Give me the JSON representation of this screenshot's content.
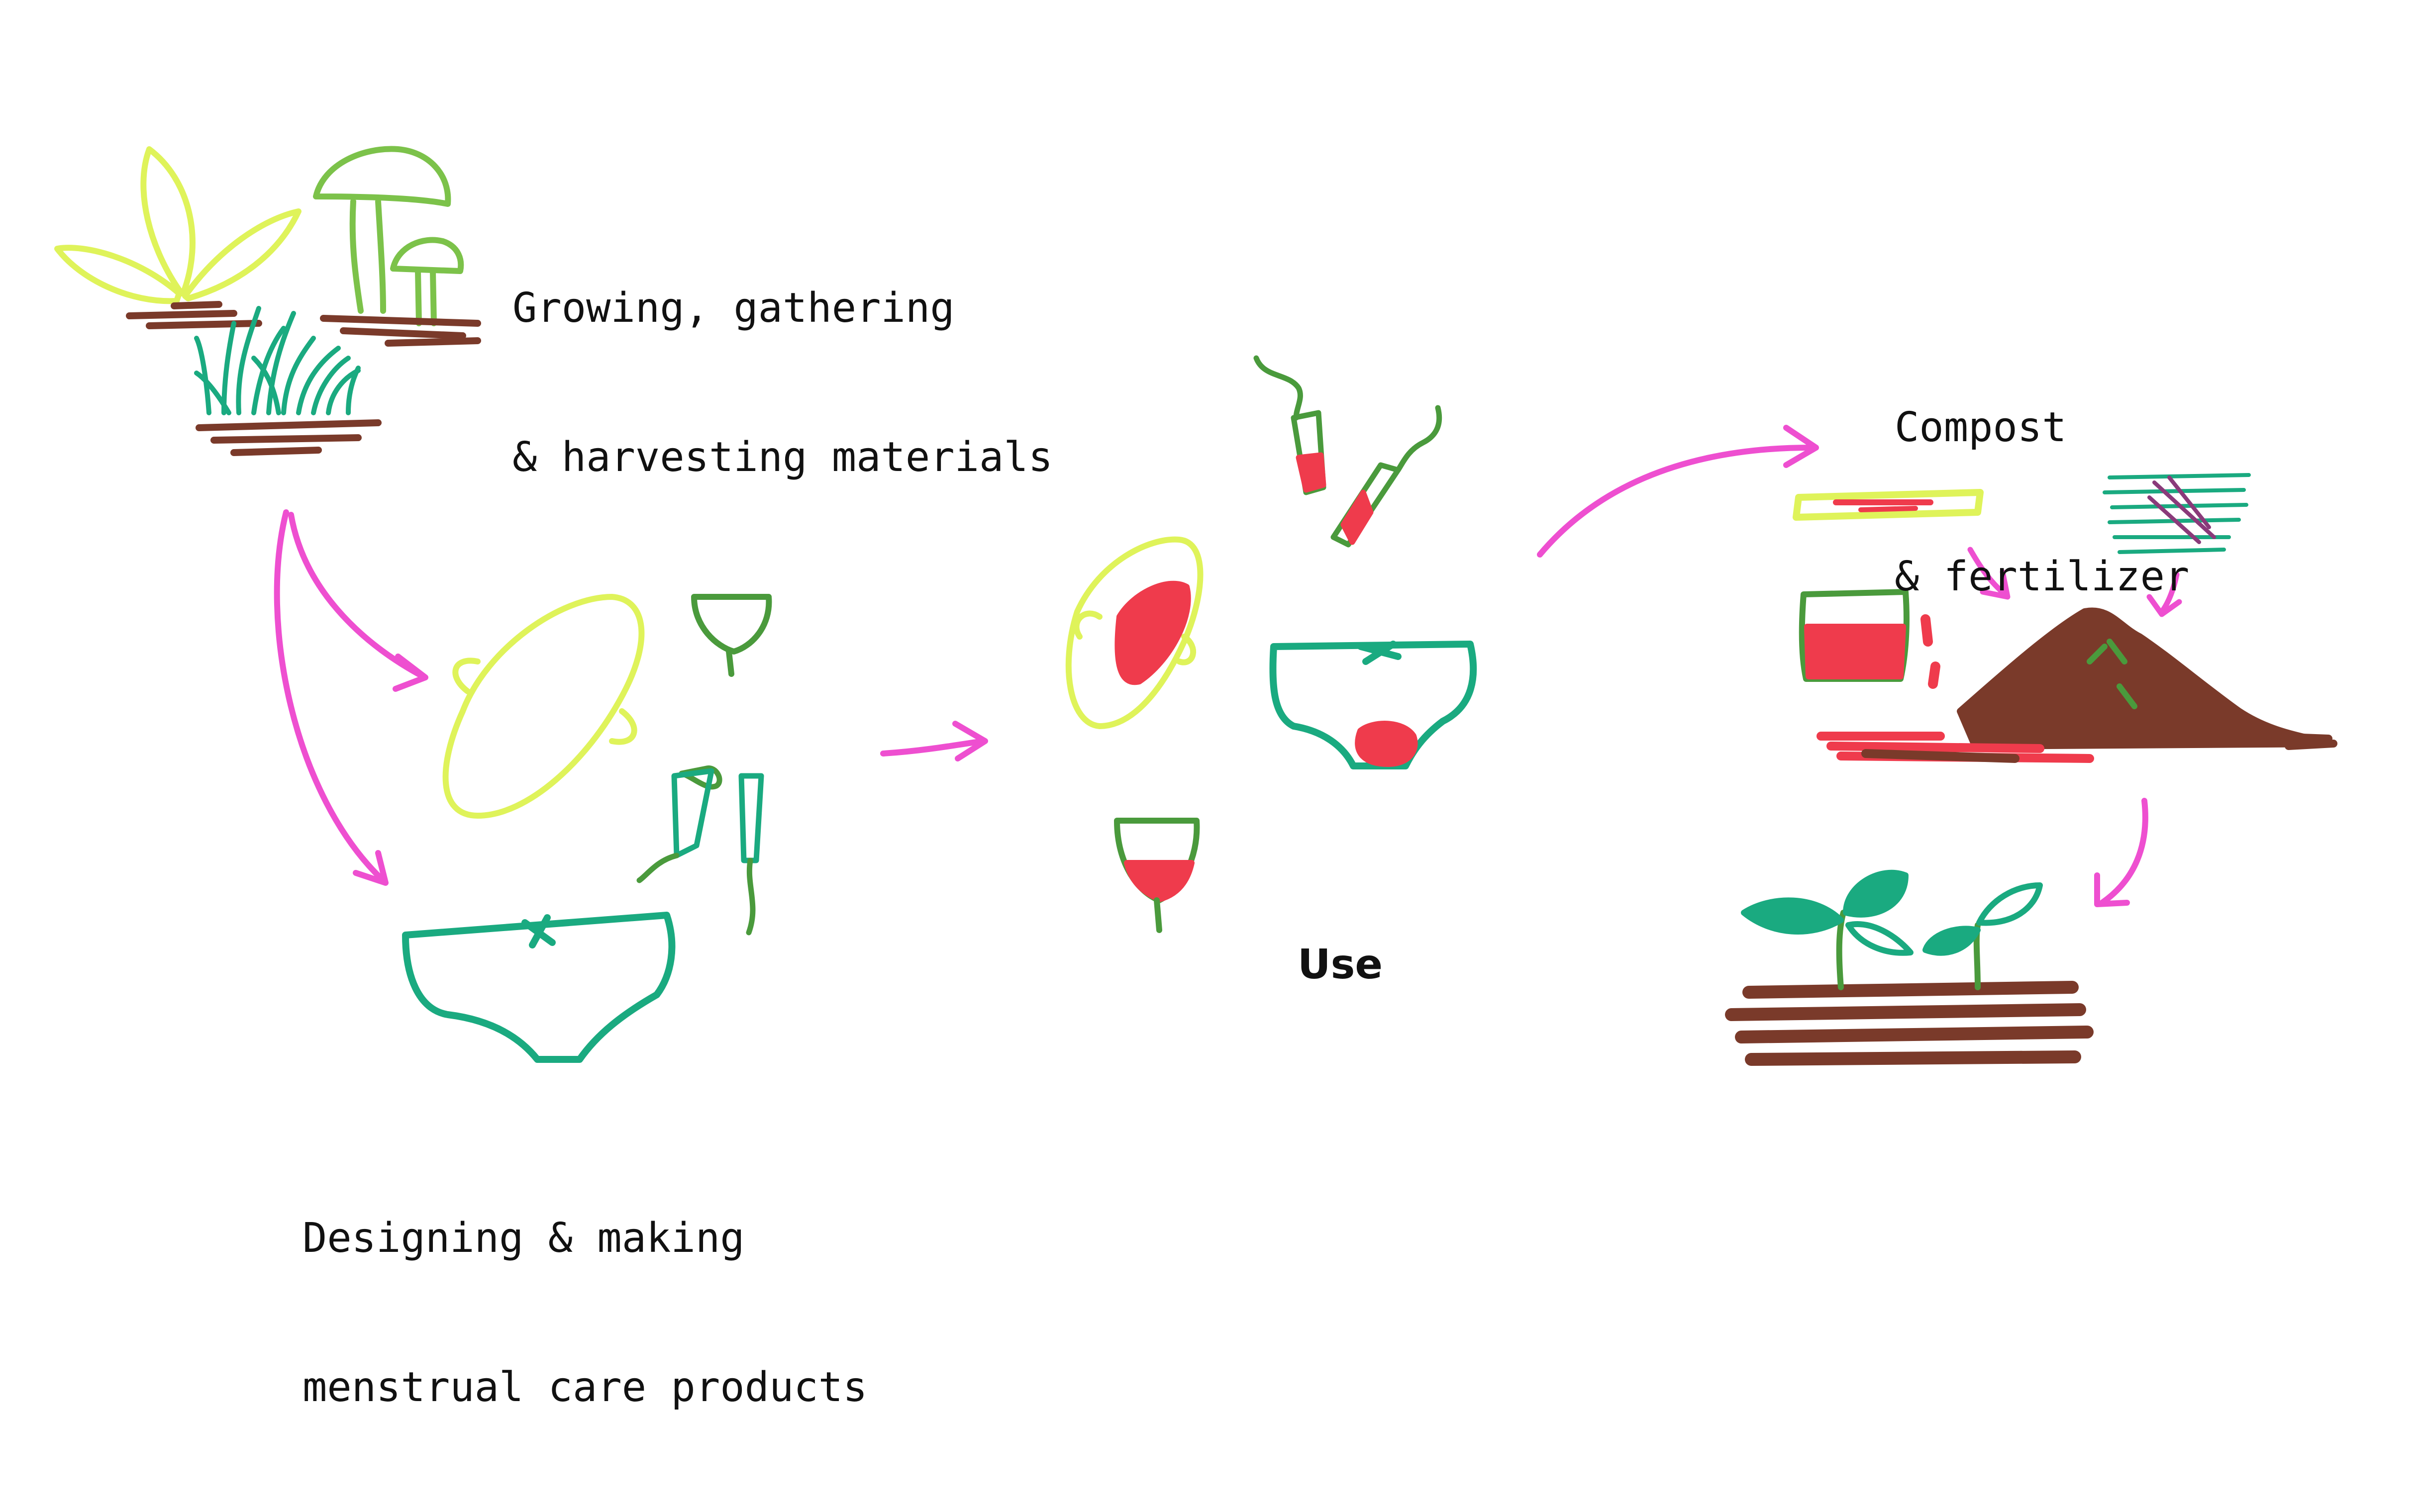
{
  "stages": [
    {
      "id": "grow",
      "lines": [
        "Growing, gathering",
        "& harvesting materials"
      ]
    },
    {
      "id": "design",
      "lines": [
        "Designing & making",
        "menstrual care products"
      ]
    },
    {
      "id": "use",
      "lines": [
        "Use"
      ]
    },
    {
      "id": "compost",
      "lines": [
        "Compost",
        "& fertilizer"
      ]
    }
  ],
  "colors": {
    "arrow": "#ee4fd0",
    "lime": "#dff35a",
    "leaf-green": "#7cc24a",
    "teal": "#1aaa80",
    "dark-green": "#4a9a3c",
    "soil": "#7a3a2a",
    "blood": "#ef3b4c",
    "text": "#111111"
  },
  "icons": [
    "sprout-icon",
    "mushroom-icon",
    "grass-icon",
    "pad-icon",
    "menstrual-cup-icon",
    "tampon-icon",
    "underwear-icon",
    "compost-pile-icon",
    "seedling-icon"
  ]
}
